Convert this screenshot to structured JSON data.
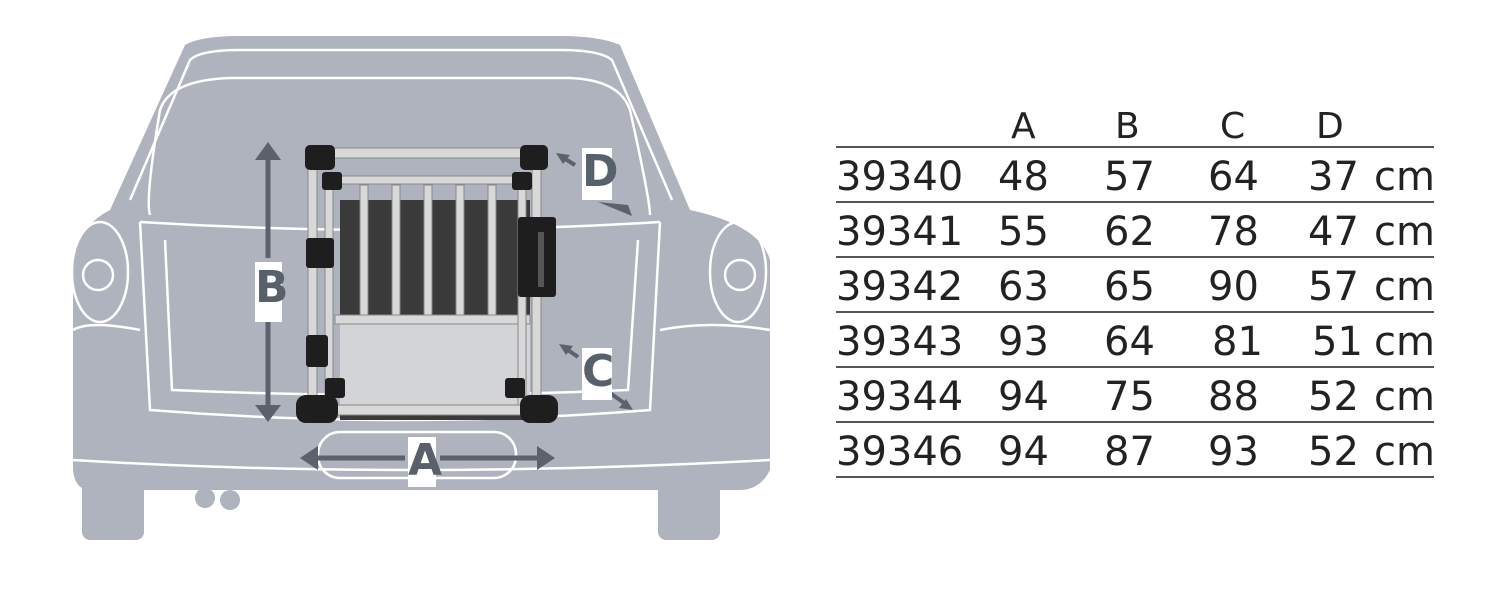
{
  "diagram": {
    "labels": {
      "a": "A",
      "b": "B",
      "c": "C",
      "d": "D"
    },
    "colors": {
      "car": "#aeb3be",
      "outline": "#ffffff",
      "arrow": "#5b626c",
      "frame_dark": "#1e1e1e",
      "tube": "#c8c8c8"
    }
  },
  "table": {
    "headers": [
      "A",
      "B",
      "C",
      "D"
    ],
    "unit": "cm",
    "rows": [
      {
        "model": "39340",
        "a": "48",
        "b": "57",
        "c": "64",
        "d": "37",
        "unit": "cm"
      },
      {
        "model": "39341",
        "a": "55",
        "b": "62",
        "c": "78",
        "d": "47",
        "unit": "cm"
      },
      {
        "model": "39342",
        "a": "63",
        "b": "65",
        "c": "90",
        "d": "57",
        "unit": "cm"
      },
      {
        "model": "39343",
        "a": "93",
        "b": "64",
        "c": "81",
        "d": "51",
        "unit": "cm"
      },
      {
        "model": "39344",
        "a": "94",
        "b": "75",
        "c": "88",
        "d": "52",
        "unit": "cm"
      },
      {
        "model": "39346",
        "a": "94",
        "b": "87",
        "c": "93",
        "d": "52",
        "unit": "cm"
      }
    ]
  }
}
